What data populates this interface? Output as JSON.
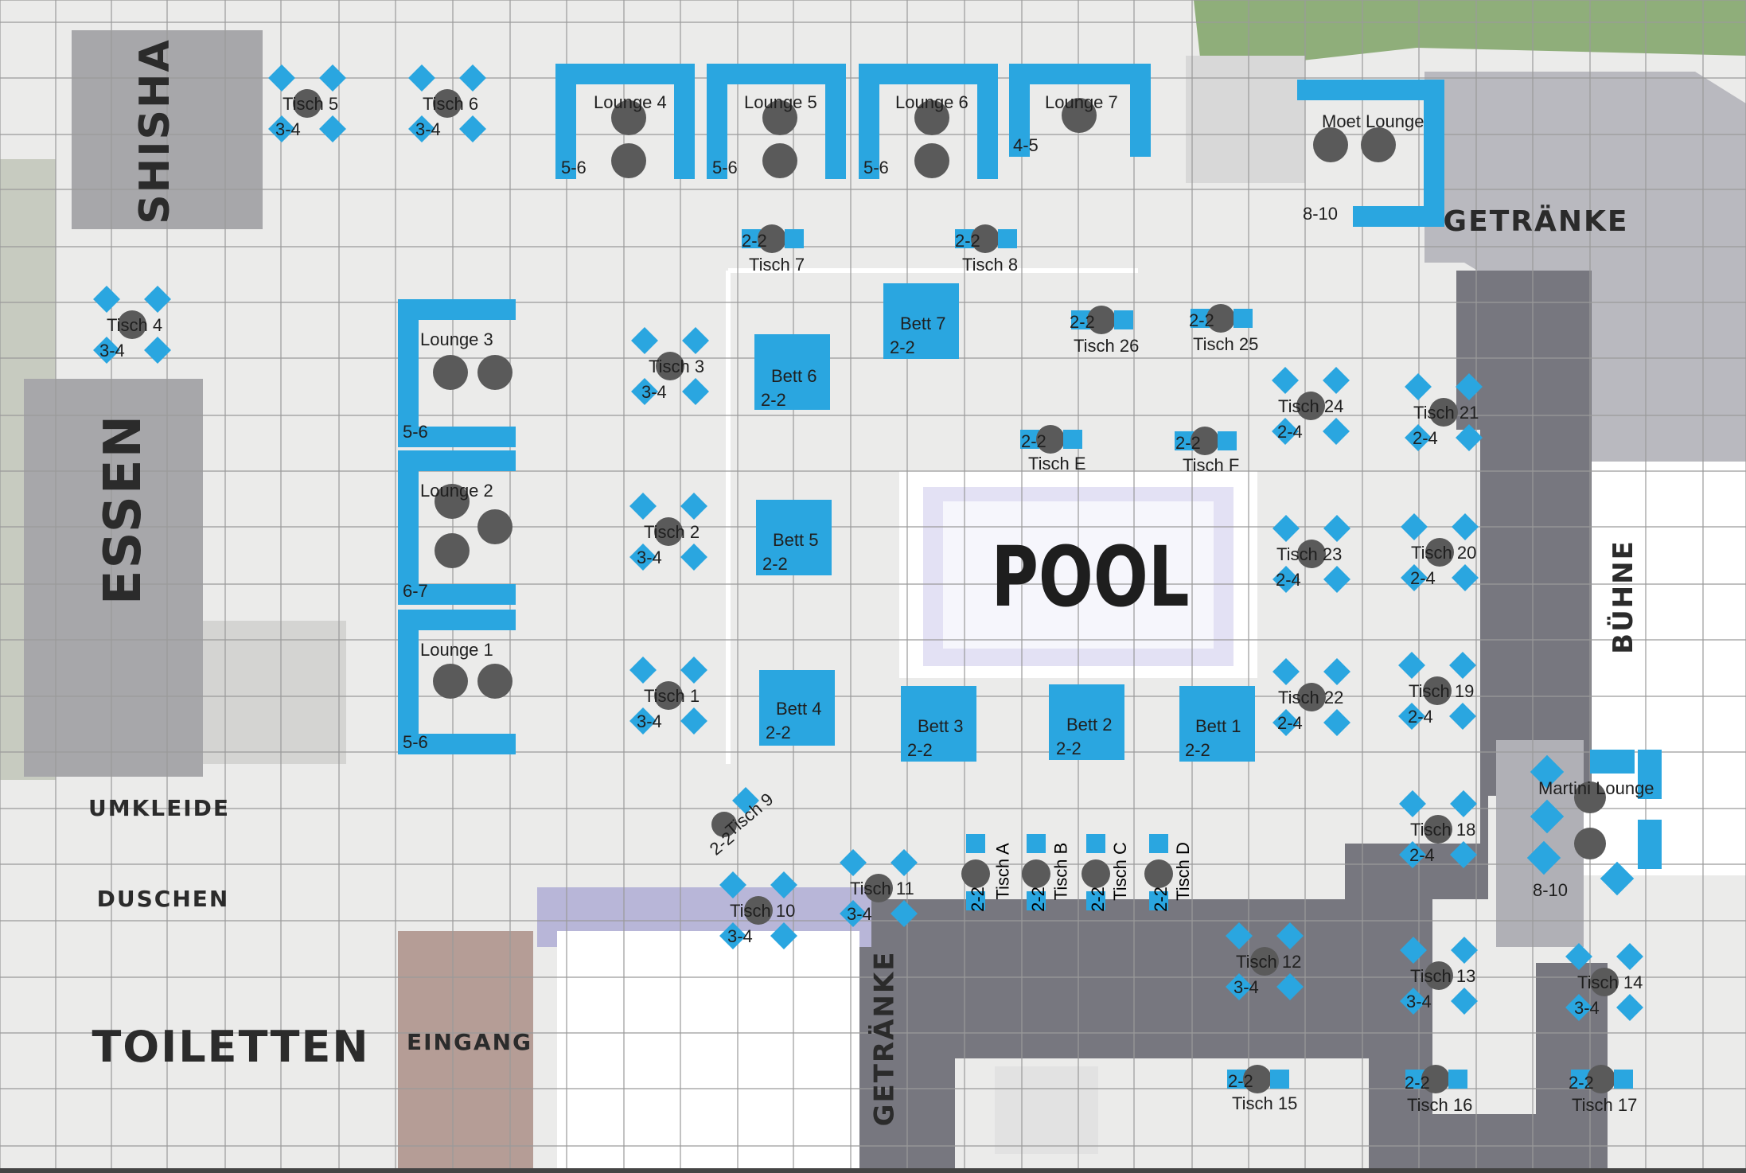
{
  "venue_map": {
    "zones": {
      "shisha": "SHISHA",
      "essen": "ESSEN",
      "umkleide": "UMKLEIDE",
      "duschen": "DUSCHEN",
      "toiletten": "TOILETTEN",
      "eingang": "EINGANG",
      "getraenke_top": "GETRÄNKE",
      "getraenke_bottom": "GETRÄNKE",
      "buehne": "BÜHNE",
      "pool": "POOL"
    },
    "lounges": [
      {
        "name": "Lounge 4",
        "capacity": "5-6"
      },
      {
        "name": "Lounge 5",
        "capacity": "5-6"
      },
      {
        "name": "Lounge 6",
        "capacity": "5-6"
      },
      {
        "name": "Lounge 7",
        "capacity": "4-5"
      },
      {
        "name": "Moet Lounge",
        "capacity": "8-10"
      },
      {
        "name": "Lounge 3",
        "capacity": "5-6"
      },
      {
        "name": "Lounge 2",
        "capacity": "6-7"
      },
      {
        "name": "Lounge 1",
        "capacity": "5-6"
      },
      {
        "name": "Martini Lounge",
        "capacity": "8-10"
      }
    ],
    "beds": [
      {
        "name": "Bett 7",
        "capacity": "2-2"
      },
      {
        "name": "Bett 6",
        "capacity": "2-2"
      },
      {
        "name": "Bett 5",
        "capacity": "2-2"
      },
      {
        "name": "Bett 4",
        "capacity": "2-2"
      },
      {
        "name": "Bett 3",
        "capacity": "2-2"
      },
      {
        "name": "Bett 2",
        "capacity": "2-2"
      },
      {
        "name": "Bett 1",
        "capacity": "2-2"
      }
    ],
    "tables4": [
      {
        "name": "Tisch 5",
        "capacity": "3-4"
      },
      {
        "name": "Tisch 6",
        "capacity": "3-4"
      },
      {
        "name": "Tisch 4",
        "capacity": "3-4"
      },
      {
        "name": "Tisch 3",
        "capacity": "3-4"
      },
      {
        "name": "Tisch 2",
        "capacity": "3-4"
      },
      {
        "name": "Tisch 1",
        "capacity": "3-4"
      },
      {
        "name": "Tisch 24",
        "capacity": "2-4"
      },
      {
        "name": "Tisch 21",
        "capacity": "2-4"
      },
      {
        "name": "Tisch 23",
        "capacity": "2-4"
      },
      {
        "name": "Tisch 20",
        "capacity": "2-4"
      },
      {
        "name": "Tisch 22",
        "capacity": "2-4"
      },
      {
        "name": "Tisch 19",
        "capacity": "2-4"
      },
      {
        "name": "Tisch 18",
        "capacity": "2-4"
      },
      {
        "name": "Tisch 10",
        "capacity": "3-4"
      },
      {
        "name": "Tisch 11",
        "capacity": "3-4"
      },
      {
        "name": "Tisch 12",
        "capacity": "3-4"
      },
      {
        "name": "Tisch 13",
        "capacity": "3-4"
      },
      {
        "name": "Tisch 14",
        "capacity": "3-4"
      }
    ],
    "tables2": [
      {
        "name": "Tisch 7",
        "capacity": "2-2"
      },
      {
        "name": "Tisch 8",
        "capacity": "2-2"
      },
      {
        "name": "Tisch 26",
        "capacity": "2-2"
      },
      {
        "name": "Tisch 25",
        "capacity": "2-2"
      },
      {
        "name": "Tisch E",
        "capacity": "2-2"
      },
      {
        "name": "Tisch F",
        "capacity": "2-2"
      },
      {
        "name": "Tisch 15",
        "capacity": "2-2"
      },
      {
        "name": "Tisch 16",
        "capacity": "2-2"
      },
      {
        "name": "Tisch 17",
        "capacity": "2-2"
      }
    ],
    "tables_vertical": [
      {
        "name": "Tisch A",
        "capacity": "2-2"
      },
      {
        "name": "Tisch B",
        "capacity": "2-2"
      },
      {
        "name": "Tisch C",
        "capacity": "2-2"
      },
      {
        "name": "Tisch D",
        "capacity": "2-2"
      }
    ],
    "table_diagonal": {
      "name": "Tisch 9",
      "capacity": "2-2"
    },
    "colors": {
      "accent": "#2aa6e0",
      "table": "#5a5a5a",
      "floor": "#ebebea",
      "grid": "#9a9a9a",
      "building": "#a7a7aa",
      "dark_band": "#77777f",
      "pool_water": "#e3e1f4"
    }
  }
}
